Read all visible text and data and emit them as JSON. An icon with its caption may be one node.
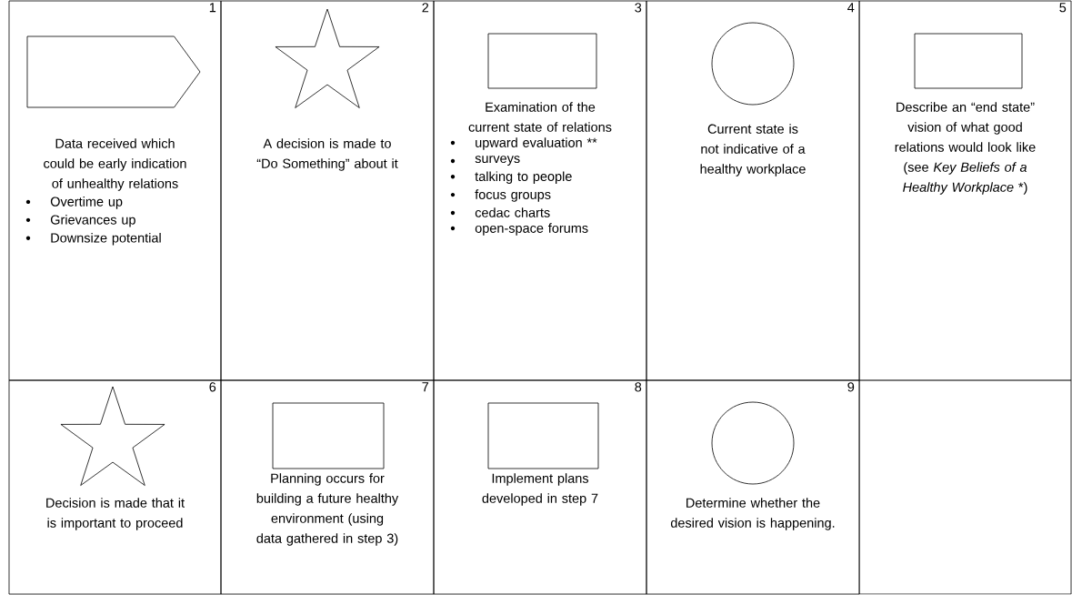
{
  "diagram": {
    "nodes": [
      {
        "text": [
          "1",
          "Data received which could be early indication of unhealthy relations",
          "Overtime up",
          "Grievances up",
          "Downsize potential"
        ]
      },
      {
        "text": [],
        "shape": "pentagon",
        "in": 0
      },
      {
        "text": [
          "2",
          "A decision is made to “Do Something” about it"
        ]
      },
      {
        "text": [],
        "shape": "star",
        "in": 2
      },
      {
        "text": [
          "3",
          "Examination of the current state of relations",
          "upward evaluation **",
          "surveys",
          "talking to people",
          "focus groups",
          "cedac charts",
          "open-space forums"
        ]
      },
      {
        "text": [],
        "shape": "box",
        "in": 4
      },
      {
        "text": [
          "4",
          "Current state is not indicative of a healthy workplace"
        ]
      },
      {
        "text": [],
        "shape": "circle",
        "in": 6
      },
      {
        "text": [
          "5",
          "Describe an “end state” vision of what good relations would look like (see *Key Beliefs of a Healthy Workplace* *)"
        ]
      },
      {
        "text": [],
        "shape": "box",
        "in": 8
      },
      {
        "text": [
          "6",
          "Decision is made that it is important to proceed"
        ]
      },
      {
        "text": [],
        "shape": "star",
        "in": 10
      },
      {
        "text": [
          "7",
          "Planning occurs for building a future healthy environment (using data gathered in step 3)"
        ]
      },
      {
        "text": [],
        "shape": "box",
        "in": 12
      },
      {
        "text": [
          "8",
          "Implement plans developed in step 7"
        ]
      },
      {
        "text": [],
        "shape": "box",
        "in": 14
      },
      {
        "text": [
          "9",
          "Determine whether the desired vision is happening."
        ]
      },
      {
        "text": [],
        "shape": "circle",
        "in": 16
      }
    ]
  }
}
